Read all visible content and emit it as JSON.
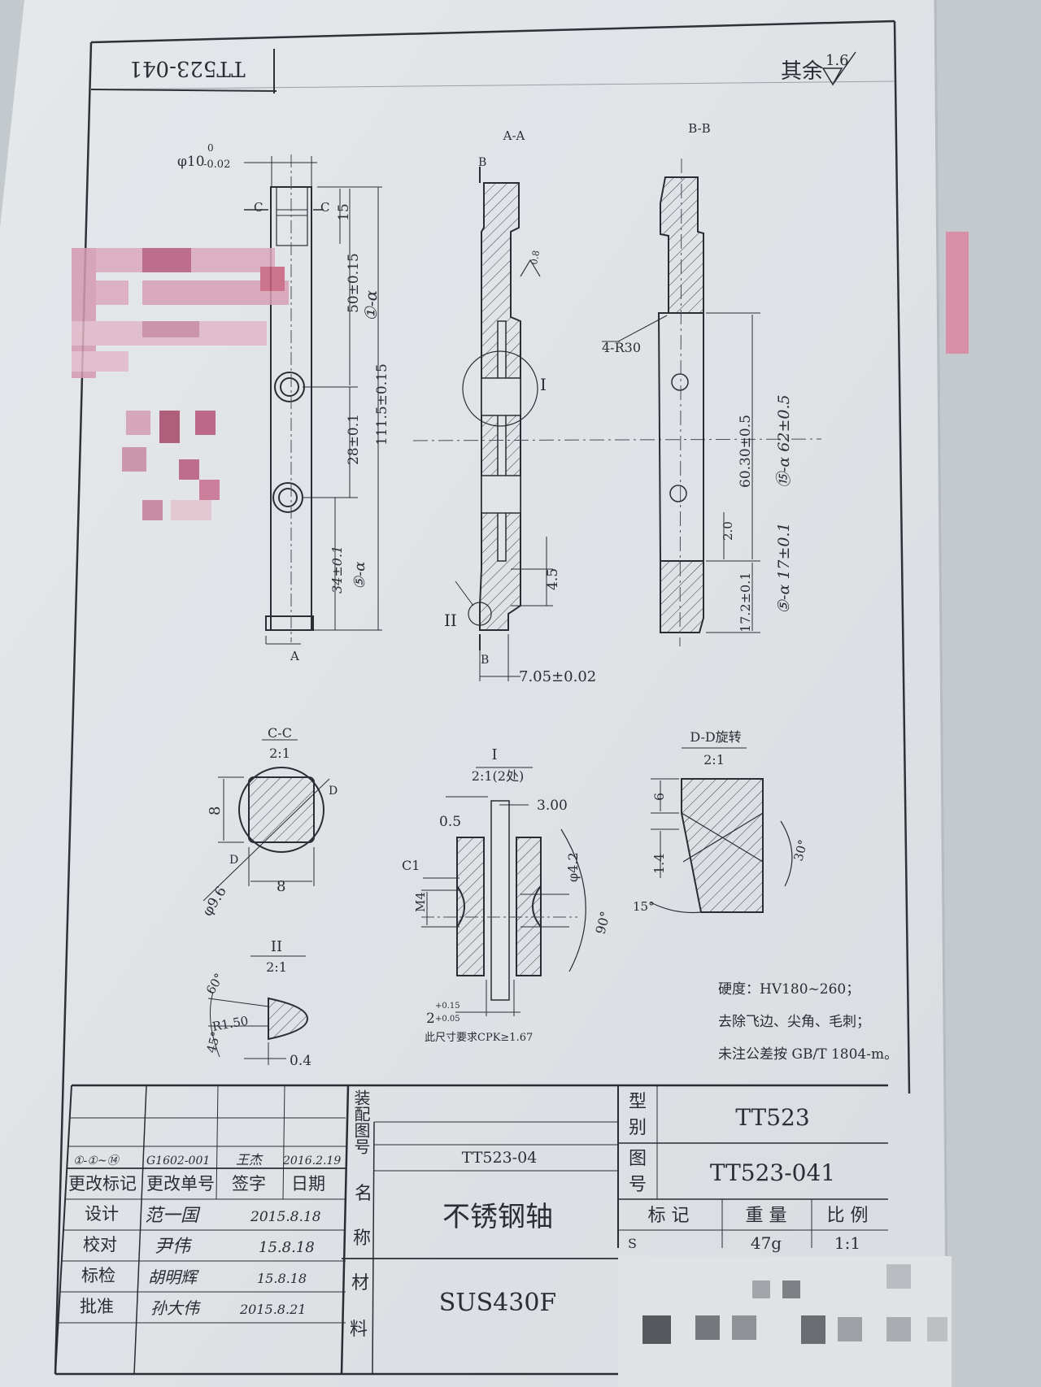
{
  "header": {
    "drawing_no_rotated": "TT523-041",
    "surface_rest_label": "其余",
    "surface_rest_value": "1.6"
  },
  "views": {
    "main": {
      "d_phi10": "φ10",
      "d_phi10_tol_upper": "0",
      "d_phi10_tol_lower": "-0.02",
      "d_15": "15",
      "d_50": "50±0.15",
      "d_28": "28±0.1",
      "d_111": "111.5±0.15",
      "d_34": "34±0.1",
      "mark_1": "①-α",
      "mark_2": "⑤-α",
      "section_c": "C",
      "section_a": "A"
    },
    "aa": {
      "title": "A-A",
      "section_b": "B",
      "roughness": "0.8",
      "detail_i": "I",
      "detail_ii": "II",
      "d_45": "4.5",
      "d_705": "7.05±0.02"
    },
    "bb": {
      "title": "B-B",
      "r30": "4-R30",
      "d_6030": "60.30±0.5",
      "d_20": "2.0",
      "d_172": "17.2±0.1",
      "mark_62": "⑮-α  62±0.5",
      "mark_17": "⑤-α  17±0.1"
    },
    "cc": {
      "title": "C-C",
      "scale": "2:1",
      "d_8_v": "8",
      "d_8_h": "8",
      "d_96": "φ9.6",
      "label_d": "D"
    },
    "detail1": {
      "title": "I",
      "scale": "2:1(2处)",
      "d_05": "0.5",
      "d_300": "3.00",
      "d_c1": "C1",
      "d_m4": "M4",
      "d_42": "φ4.2",
      "d_90": "90°",
      "d_2": "2",
      "d_2_upper": "+0.15",
      "d_2_lower": "+0.05",
      "note_cpk": "此尺寸要求CPK≥1.67"
    },
    "dd": {
      "title": "D-D旋转",
      "scale": "2:1",
      "d_6": "6",
      "d_14": "1.4",
      "d_15deg": "15°",
      "d_30deg": "30°"
    },
    "detail2": {
      "title": "II",
      "scale": "2:1",
      "d_60": "60°",
      "d_r150": "R1.50",
      "d_45": "45°",
      "d_04": "0.4"
    }
  },
  "notes": [
    "硬度：HV180~260；",
    "去除飞边、尖角、毛刺；",
    "未注公差按 GB/T 1804-m。"
  ],
  "title_block": {
    "rev_mark": "①-①~⑭",
    "rev_no": "G1602-001",
    "rev_sign": "王杰",
    "rev_date": "2016.2.19",
    "col_mark": "更改标记",
    "col_no": "更改单号",
    "col_sign": "签字",
    "col_date": "日期",
    "row_design": "设计",
    "row_check": "校对",
    "row_std": "标检",
    "row_approve": "批准",
    "design_sign": "范一国",
    "design_date": "2015.8.18",
    "check_sign": "尹伟",
    "check_date": "15.8.18",
    "std_sign": "胡明辉",
    "std_date": "15.8.18",
    "approve_sign": "孙大伟",
    "approve_date": "2015.8.21",
    "assembly_label": "装配图号",
    "assembly_no": "TT523-04",
    "name_label_1": "名",
    "name_label_2": "称",
    "name": "不锈钢轴",
    "material_label_1": "材",
    "material_label_2": "料",
    "material": "SUS430F",
    "type_label_1": "型",
    "type_label_2": "别",
    "type": "TT523",
    "drawing_label_1": "图",
    "drawing_label_2": "号",
    "drawing_no": "TT523-041",
    "mark_label": "标 记",
    "weight_label": "重 量",
    "scale_label": "比 例",
    "mark_value": "S",
    "weight": "47g",
    "scale": "1:1"
  }
}
